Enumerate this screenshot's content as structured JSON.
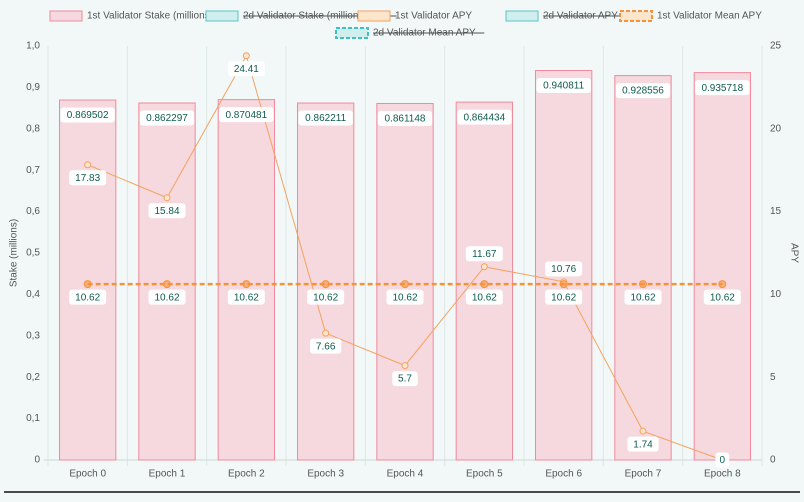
{
  "chart_data": {
    "type": "bar",
    "categories": [
      "Epoch 0",
      "Epoch 1",
      "Epoch 2",
      "Epoch 3",
      "Epoch 4",
      "Epoch 5",
      "Epoch 6",
      "Epoch 7",
      "Epoch 8"
    ],
    "series": [
      {
        "name": "1st Validator Stake (millions)",
        "kind": "bar",
        "axis": "left",
        "hidden": false,
        "values": [
          0.869502,
          0.862297,
          0.870481,
          0.862211,
          0.861148,
          0.864434,
          0.940811,
          0.928556,
          0.935718
        ]
      },
      {
        "name": "2d Validator Stake (millions)",
        "kind": "bar",
        "axis": "left",
        "hidden": true,
        "values": []
      },
      {
        "name": "1st Validator APY",
        "kind": "line",
        "axis": "right",
        "hidden": false,
        "values": [
          17.83,
          15.84,
          24.41,
          7.66,
          5.7,
          11.67,
          10.76,
          1.74,
          0
        ]
      },
      {
        "name": "2d Validator APY",
        "kind": "line",
        "axis": "right",
        "hidden": true,
        "values": []
      },
      {
        "name": "1st Validator Mean APY",
        "kind": "line-dashed",
        "axis": "right",
        "hidden": false,
        "values": [
          10.62,
          10.62,
          10.62,
          10.62,
          10.62,
          10.62,
          10.62,
          10.62,
          10.62
        ]
      },
      {
        "name": "2d Validator Mean APY",
        "kind": "line-dashed",
        "axis": "right",
        "hidden": true,
        "values": []
      }
    ],
    "ylabel": "Stake (millions)",
    "y2label": "APY",
    "ylim": [
      0,
      1
    ],
    "y2lim": [
      0,
      25
    ],
    "yticks": [
      "0",
      "0,1",
      "0,2",
      "0,3",
      "0,4",
      "0,5",
      "0,6",
      "0,7",
      "0,8",
      "0,9",
      "1,0"
    ],
    "y2ticks": [
      "0",
      "5",
      "10",
      "15",
      "20",
      "25"
    ],
    "grid": true,
    "legend": "top-center",
    "colors": {
      "stake_fill": "#f5d9df",
      "stake_border": "#f08a9c",
      "stake2_fill": "#cfeeed",
      "stake2_border": "#5bc4c4",
      "apy_fill": "#fbe5cc",
      "apy_line": "#f5a25d",
      "mean_line": "#f5923a",
      "mean2_line": "#3fbfbf",
      "label_text": "#0d5c4a",
      "axis_text": "#555555",
      "grid": "#dde7e5"
    }
  }
}
